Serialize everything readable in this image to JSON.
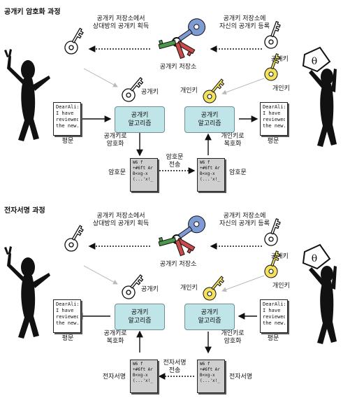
{
  "sections": [
    {
      "title": "공개키 암호화 과정",
      "store_left_line1": "공개키 저장소에서",
      "store_left_line2": "상대방의 공개키 획득",
      "store_right_line1": "공개키 저장소에",
      "store_right_line2": "자신의 공개키 등록",
      "store_label": "공개키 저장소",
      "key_right_public": "공개키",
      "key_right_private": "개인키",
      "key_mid_left": "공개키",
      "key_mid_right": "개인키",
      "algo_left_line1": "공개키",
      "algo_left_line2": "알고리즘",
      "algo_right_line1": "공개키",
      "algo_right_line2": "알고리즘",
      "op_left_line1": "공개키로",
      "op_left_line2": "암호화",
      "op_right_line1": "개인키로",
      "op_right_line2": "복호화",
      "doc_left_label": "평문",
      "doc_right_label": "평문",
      "cipher_left_label": "암호문",
      "cipher_right_label": "암호문",
      "transfer_line1": "암호문",
      "transfer_line2": "전송"
    },
    {
      "title": "전자서명 과정",
      "store_left_line1": "공개키 저장소에서",
      "store_left_line2": "상대방의 공개키 획득",
      "store_right_line1": "공개키 저장소에",
      "store_right_line2": "자신의 공개키 등록",
      "store_label": "공개키 저장소",
      "key_right_public": "공개키",
      "key_right_private": "개인키",
      "key_mid_left": "공개키",
      "key_mid_right": "개인키",
      "algo_left_line1": "공개키",
      "algo_left_line2": "알고리즘",
      "algo_right_line1": "공개키",
      "algo_right_line2": "알고리즘",
      "op_left_line1": "공개키로",
      "op_left_line2": "복호화",
      "op_right_line1": "개인키로",
      "op_right_line2": "암호화",
      "doc_left_label": "평문",
      "doc_right_label": "평문",
      "cipher_left_label": "전자서명",
      "cipher_right_label": "전자서명",
      "transfer_line1": "전자서명",
      "transfer_line2": "전송"
    }
  ],
  "plain_doc_lines": [
    "DearAli:",
    "I have",
    "reviewed",
    "the new..."
  ],
  "cipher_doc_lines": [
    "W6 f",
    "+#6ft Ar",
    "B<xg-x",
    "(...'x!_"
  ],
  "colors": {
    "algo_box_fill": "#bfe5e8",
    "public_key": "#ffffff",
    "private_key": "#f4e25e",
    "store_key_blue": "#7e9bd6",
    "store_key_red": "#c84a4a",
    "store_key_green": "#4b9a4b"
  },
  "icons": [
    "key-icon",
    "key-ring-icon",
    "person-waving-icon",
    "person-holding-sign-icon",
    "document-icon"
  ]
}
